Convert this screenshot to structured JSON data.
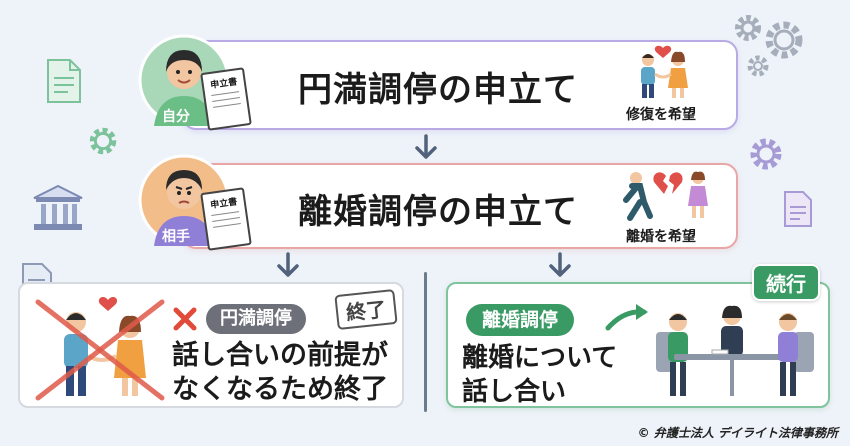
{
  "step1": {
    "person_label": "自分",
    "doc_label": "申立書",
    "title": "円満調停の申立て",
    "caption": "修復を希望"
  },
  "step2": {
    "person_label": "相手",
    "doc_label": "申立書",
    "title": "離婚調停の申立て",
    "caption": "離婚を希望"
  },
  "left_result": {
    "badge": "円満調停",
    "stamp": "終了",
    "text_line1": "話し合いの前提が",
    "text_line2": "なくなるため終了"
  },
  "right_result": {
    "badge": "離婚調停",
    "status": "続行",
    "text_line1": "離婚について",
    "text_line2": "話し合い"
  },
  "footer": {
    "copyright": "© 弁護士法人 デイライト法律事務所"
  },
  "colors": {
    "accent_purple": "#b9a9e4",
    "accent_red": "#e8a6a6",
    "accent_green": "#3a9a63",
    "badge_gray": "#6d7078",
    "cross_red": "#e04b3a",
    "arrow": "#51627a"
  }
}
